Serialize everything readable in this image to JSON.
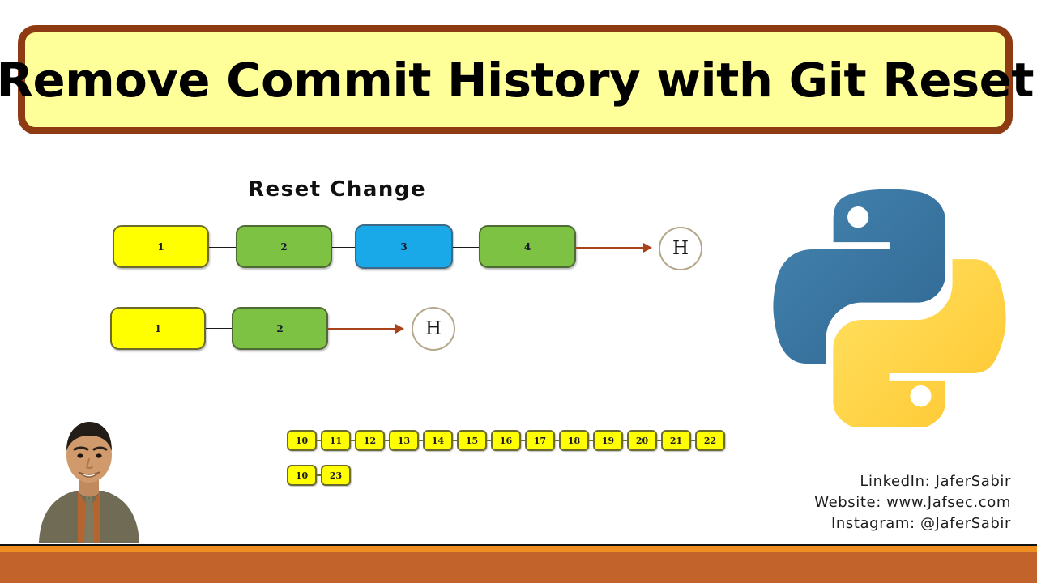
{
  "slide": {
    "title": "Remove Commit History with Git Reset",
    "background_color": "#ffffff",
    "banner_fill": "#ffff99",
    "banner_border": "#8e3a12"
  },
  "diagram": {
    "heading": "Reset Change",
    "row_before": {
      "label": "before-reset",
      "boxes": [
        {
          "label": "1",
          "color": "#ffff00"
        },
        {
          "label": "2",
          "color": "#7dc242"
        },
        {
          "label": "3",
          "color": "#1aa9e8"
        },
        {
          "label": "4",
          "color": "#7dc242"
        }
      ],
      "head": "H"
    },
    "row_after": {
      "label": "after-reset",
      "boxes": [
        {
          "label": "1",
          "color": "#ffff00"
        },
        {
          "label": "2",
          "color": "#7dc242"
        }
      ],
      "head": "H"
    },
    "mini_row_top": [
      "10",
      "11",
      "12",
      "13",
      "14",
      "15",
      "16",
      "17",
      "18",
      "19",
      "20",
      "21",
      "22"
    ],
    "mini_row_bottom": [
      "10",
      "23"
    ],
    "arrow_color": "#a8431b",
    "head_circle_border": "#b5a88a"
  },
  "logo": {
    "name": "python-logo",
    "blue": "#366f9e",
    "yellow": "#ffd champion",
    "blue_hex": "#366f9e",
    "yellow_hex": "#ffd543"
  },
  "contact": {
    "linkedin": "LinkedIn: JaferSabir",
    "website": "Website: www.Jafsec.com",
    "instagram": "Instagram: @JaferSabir"
  },
  "footer": {
    "stripe_color": "#ef8f22",
    "band_color": "#c2632c"
  }
}
